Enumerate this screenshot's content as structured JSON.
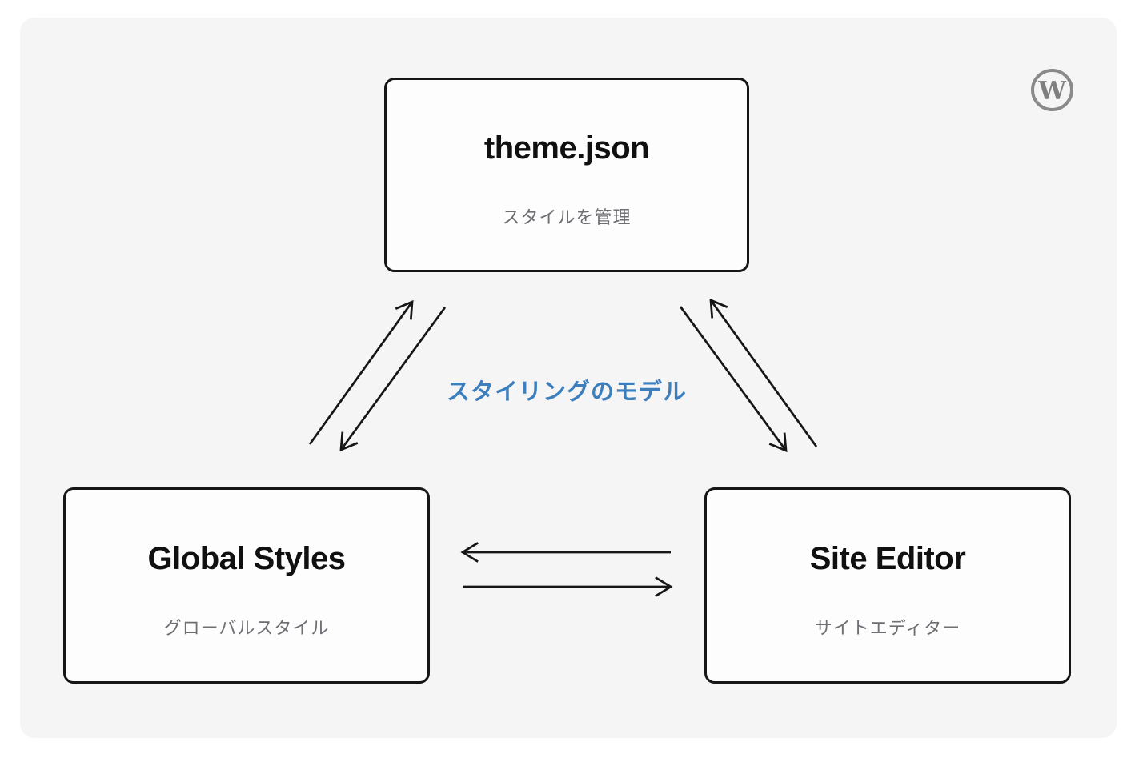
{
  "page": {
    "background": "#ffffff",
    "canvas_background": "#f5f5f6"
  },
  "logo": {
    "name": "wordpress-logo",
    "letter": "W",
    "color": "#8a8a8a"
  },
  "nodes": {
    "theme_json": {
      "title": "theme.json",
      "subtitle": "スタイルを管理"
    },
    "global_styles": {
      "title": "Global Styles",
      "subtitle": "グローバルスタイル"
    },
    "site_editor": {
      "title": "Site Editor",
      "subtitle": "サイトエディター"
    }
  },
  "center_label": "スタイリングのモデル",
  "colors": {
    "accent_blue": "#3d7ebd",
    "arrow_line": "#161616",
    "node_border": "#161616",
    "title_text": "#101010",
    "subtitle_text": "#6e6e73",
    "logo_gray": "#8a8a8a"
  },
  "connections": [
    {
      "from": "global_styles",
      "to": "theme_json"
    },
    {
      "from": "theme_json",
      "to": "global_styles"
    },
    {
      "from": "site_editor",
      "to": "theme_json"
    },
    {
      "from": "theme_json",
      "to": "site_editor"
    },
    {
      "from": "site_editor",
      "to": "global_styles"
    },
    {
      "from": "global_styles",
      "to": "site_editor"
    }
  ]
}
